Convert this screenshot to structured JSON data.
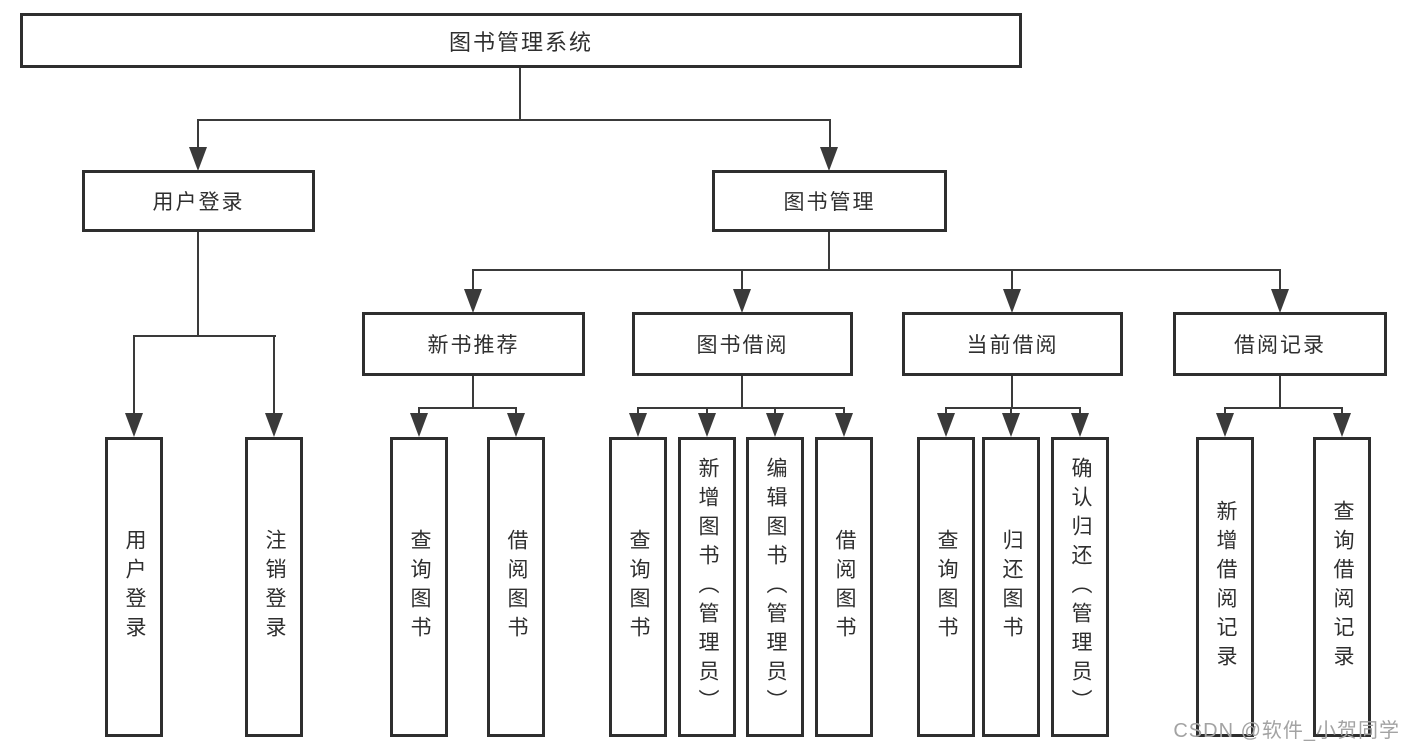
{
  "diagram": {
    "root": {
      "label": "图书管理系统"
    },
    "children": [
      {
        "label": "用户登录",
        "children": [
          {
            "label": "用户登录"
          },
          {
            "label": "注销登录"
          }
        ]
      },
      {
        "label": "图书管理",
        "children": [
          {
            "label": "新书推荐",
            "children": [
              {
                "label": "查询图书"
              },
              {
                "label": "借阅图书"
              }
            ]
          },
          {
            "label": "图书借阅",
            "children": [
              {
                "label": "查询图书"
              },
              {
                "label": "新增图书（管理员）"
              },
              {
                "label": "编辑图书（管理员）"
              },
              {
                "label": "借阅图书"
              }
            ]
          },
          {
            "label": "当前借阅",
            "children": [
              {
                "label": "查询图书"
              },
              {
                "label": "归还图书"
              },
              {
                "label": "确认归还（管理员）"
              }
            ]
          },
          {
            "label": "借阅记录",
            "children": [
              {
                "label": "新增借阅记录"
              },
              {
                "label": "查询借阅记录"
              }
            ]
          }
        ]
      }
    ]
  },
  "watermark": "CSDN @软件_小贺同学",
  "colors": {
    "background": "#ffffff",
    "box_border": "#2e2e2e",
    "line": "#3a3a3a",
    "text": "#2f2f2f",
    "watermark": "#a3a3a3"
  }
}
